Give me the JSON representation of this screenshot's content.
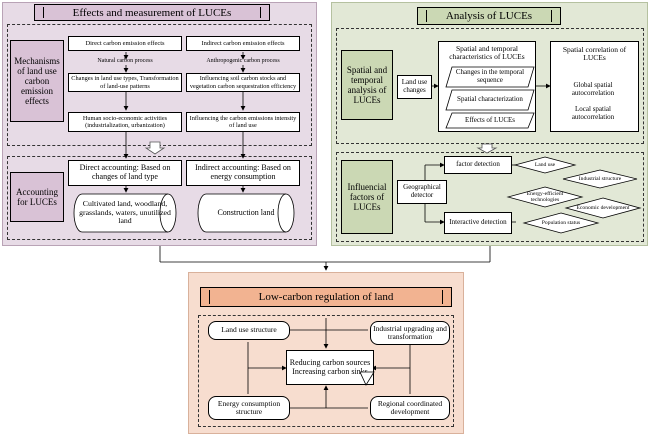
{
  "colors": {
    "effects_bg": "#e7dbe6",
    "effects_side": "#d9c2d6",
    "analysis_bg": "#e2e8d6",
    "analysis_side": "#cbd8b4",
    "regulation_bg": "#f7ddcf",
    "regulation_title": "#f2b391"
  },
  "effects": {
    "title": "Effects and measurement of LUCEs",
    "mechanisms_label": "Mechanisms of land use carbon emission effects",
    "direct_header": "Direct carbon emission effects",
    "indirect_header": "Indirect carbon emission effects",
    "natural_process": "Natural carbon process",
    "anthropogenic_process": "Anthropogenic carbon process",
    "changes_land_use": "Changes in land use types, Transformation of land-use patterns",
    "influencing_soil": "Influencing soil carbon stocks and vegetation carbon sequestration efficiency",
    "human_activities": "Human socio-economic activities (industrialization, urbanization)",
    "influencing_intensity": "Influencing the carbon emissions intensity of land use",
    "accounting_label": "Accounting for LUCEs",
    "direct_accounting": "Direct accounting: Based on changes of land type",
    "indirect_accounting": "Indirect accounting: Based on energy consumption",
    "cultivated_land": "Cultivated land, woodland, grasslands, waters, unutilized land",
    "construction_land": "Construction land"
  },
  "analysis": {
    "title": "Analysis of LUCEs",
    "spatial_label": "Spatial and temporal analysis of LUCEs",
    "land_use_changes": "Land use changes",
    "st_characteristics": "Spatial and temporal characteristics of LUCEs",
    "changes_temporal": "Changes in the temporal sequence",
    "spatial_characterization": "Spatial characterization",
    "effects_of_luces": "Effects of LUCEs",
    "spatial_correlation": "Spatial correlation of LUCEs",
    "global_autocorrelation": "Global spatial autocorrelation",
    "local_autocorrelation": "Local spatial autocorrelation",
    "influencial_label": "Influencial factors of LUCEs",
    "geographical_detector": "Geographical detector",
    "factor_detection": "factor detection",
    "interactive_detection": "Interactive detection",
    "factor_land_use": "Land use",
    "factor_industrial": "Industrial structure",
    "factor_energy": "Energy-efficient technologies",
    "factor_economic": "Economic development",
    "factor_population": "Population status"
  },
  "regulation": {
    "title": "Low-carbon regulation of land",
    "land_use_structure": "Land use structure",
    "industrial_upgrading": "Industrial upgrading and transformation",
    "center": "Reducing carbon sources Increasing carbon sinks",
    "energy_structure": "Energy consumption structure",
    "regional_development": "Regional coordinated development"
  }
}
